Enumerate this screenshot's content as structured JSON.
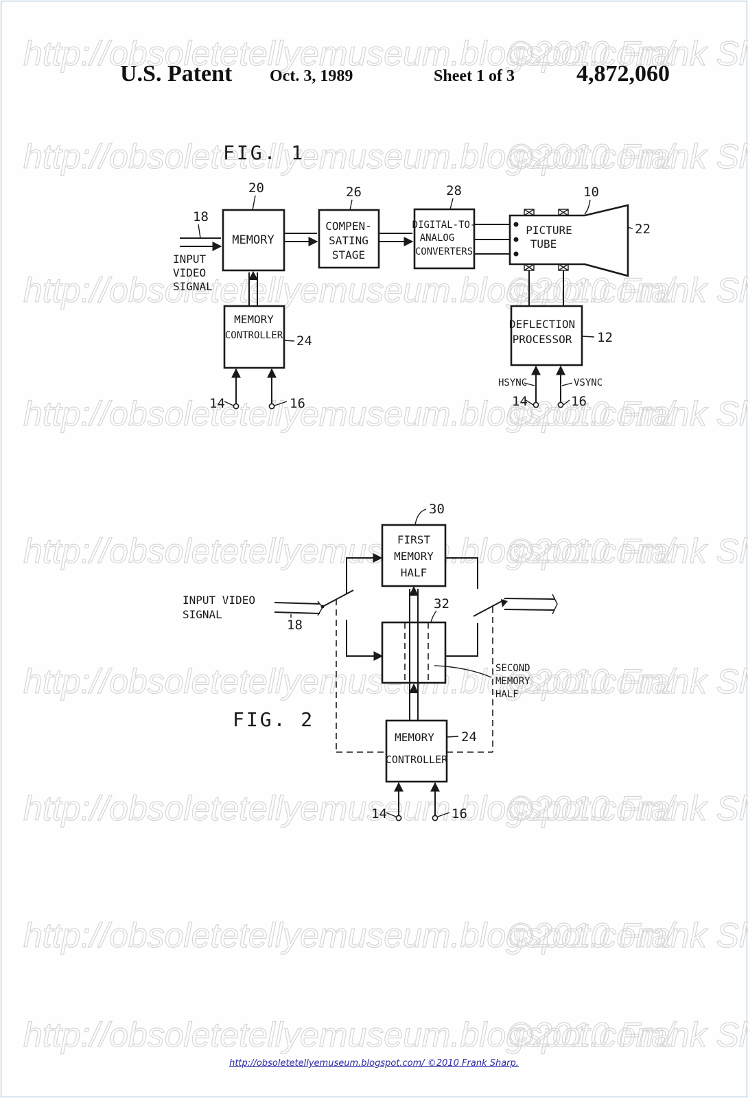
{
  "header": {
    "patent": "U.S. Patent",
    "date": "Oct. 3, 1989",
    "sheet": "Sheet 1 of 3",
    "number": "4,872,060"
  },
  "watermark": {
    "url": "http://obsoletetellyemuseum.blogspot.com/",
    "copyright": "©2010 Frank Sharp."
  },
  "fig1": {
    "title": "FIG. 1",
    "memory": {
      "ref": "20",
      "lines": [
        "MEMORY"
      ]
    },
    "compensating": {
      "ref": "26",
      "lines": [
        "COMPEN-",
        "SATING",
        "STAGE"
      ]
    },
    "dac": {
      "ref": "28",
      "lines": [
        "DIGITAL-TO-",
        "ANALOG",
        "CONVERTERS"
      ]
    },
    "tube": {
      "ref": "10",
      "ref_face": "22",
      "lines": [
        "PICTURE",
        "TUBE"
      ]
    },
    "controller": {
      "ref": "24",
      "lines": [
        "MEMORY",
        "CONTROLLER"
      ]
    },
    "deflection": {
      "ref": "12",
      "lines": [
        "DEFLECTION",
        "PROCESSOR"
      ]
    },
    "input": {
      "ref": "18",
      "lines": [
        "INPUT",
        "VIDEO",
        "SIGNAL"
      ]
    },
    "hsync": "HSYNC",
    "vsync": "VSYNC",
    "term_a": "14",
    "term_b": "16"
  },
  "fig2": {
    "title": "FIG. 2",
    "first_half": {
      "ref": "30",
      "lines": [
        "FIRST",
        "MEMORY",
        "HALF"
      ]
    },
    "second_half": {
      "ref": "32",
      "lines": [
        "SECOND",
        "MEMORY",
        "HALF"
      ]
    },
    "controller": {
      "ref": "24",
      "lines": [
        "MEMORY",
        "CONTROLLER"
      ]
    },
    "input": {
      "ref": "18",
      "lines": [
        "INPUT VIDEO",
        "SIGNAL"
      ]
    },
    "term_a": "14",
    "term_b": "16"
  },
  "footer": {
    "text": "http://obsoletetellyemuseum.blogspot.com/  ©2010 Frank Sharp."
  }
}
